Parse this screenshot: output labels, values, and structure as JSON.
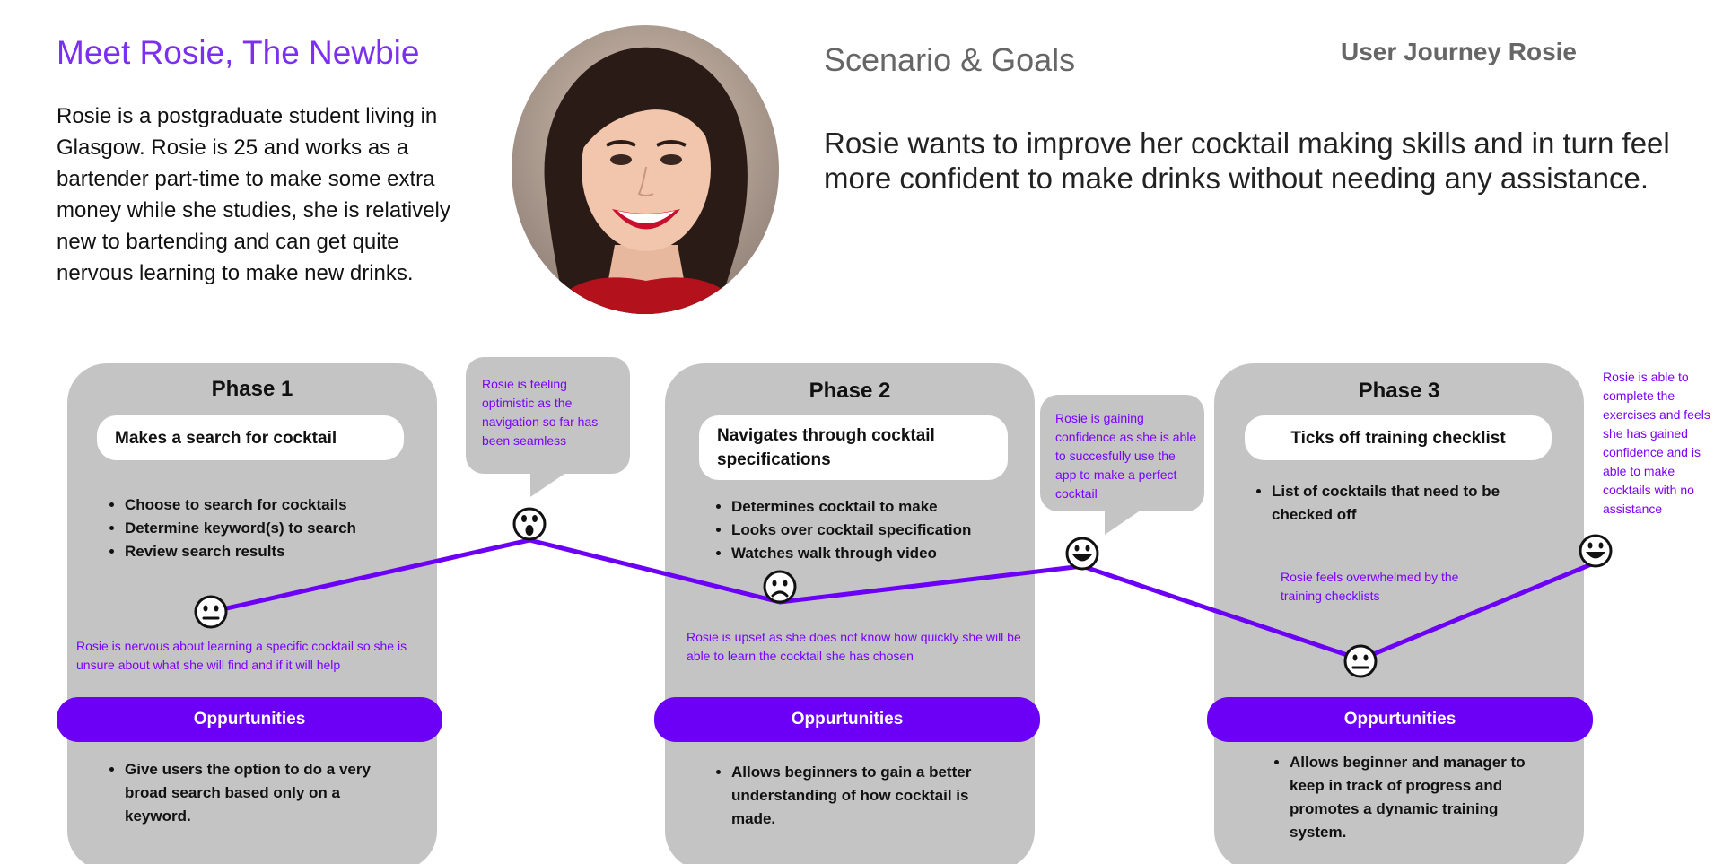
{
  "persona": {
    "title": "Meet Rosie, The Newbie",
    "bio": "Rosie is a postgraduate student living in Glasgow. Rosie is 25 and works as a bartender part-time to make some extra money while she studies, she is relatively new to bartending and can get quite nervous learning to make new drinks."
  },
  "scenario": {
    "heading": "Scenario & Goals",
    "body": "Rosie wants to improve her cocktail making skills and in turn feel more confident to make drinks without needing any assistance."
  },
  "journey_title": "User Journey Rosie",
  "opportunities_label": "Oppurtunities",
  "phases": [
    {
      "title": "Phase 1",
      "action": "Makes a search for cocktail",
      "steps": [
        "Choose to search for cocktails",
        "Determine keyword(s) to search",
        "Review search results"
      ],
      "opportunities": [
        "Give users the option to do a very broad search based only on a keyword."
      ]
    },
    {
      "title": "Phase 2",
      "action": "Navigates through cocktail specifications",
      "steps": [
        "Determines cocktail to make",
        "Looks over cocktail specification",
        "Watches walk through video"
      ],
      "opportunities": [
        "Allows beginners to gain a better understanding of how cocktail is made."
      ]
    },
    {
      "title": "Phase 3",
      "action": "Ticks off training checklist",
      "steps": [
        "List of cocktails that need to be checked off"
      ],
      "opportunities": [
        "Allows beginner and manager to keep in track of progress and promotes a dynamic training system."
      ]
    }
  ],
  "emotions": [
    {
      "mood": "neutral",
      "note": "Rosie is nervous about learning a specific cocktail so she is unsure about what she will find and if it will help"
    },
    {
      "mood": "surprised",
      "note": "Rosie is feeling optimistic as the navigation so far has been seamless"
    },
    {
      "mood": "sad",
      "note": "Rosie is upset as she does not know how quickly she will be able to learn the cocktail she has chosen"
    },
    {
      "mood": "happy",
      "note": "Rosie is gaining confidence as she is able to succesfully use the app to make a perfect cocktail"
    },
    {
      "mood": "neutral",
      "note": "Rosie feels overwhelmed by the training checklists"
    },
    {
      "mood": "happy",
      "note": "Rosie is able to complete the exercises and feels she has gained confidence and is able to make cocktails with no assistance"
    }
  ],
  "colors": {
    "accent": "#6c00f6",
    "title_purple": "#7b2ff0",
    "note_purple": "#7b00ff",
    "card_grey": "#c4c4c4",
    "heading_grey": "#666666"
  }
}
